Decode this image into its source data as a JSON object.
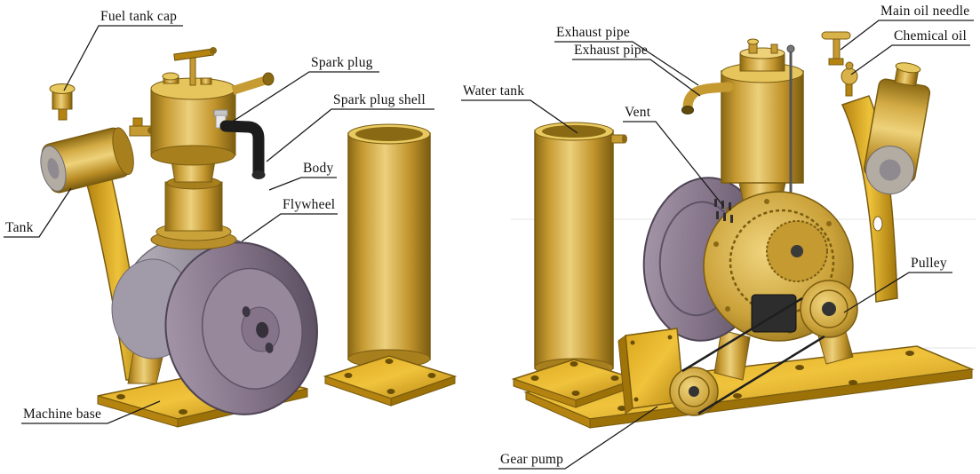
{
  "diagram": {
    "labels": {
      "fuel_tank_cap": "Fuel tank cap",
      "spark_plug": "Spark plug",
      "spark_plug_shell": "Spark plug shell",
      "body": "Body",
      "flywheel": "Flywheel",
      "tank": "Tank",
      "machine_base": "Machine base",
      "exhaust_pipe_upper": "Exhaust pipe",
      "exhaust_pipe_lower": "Exhaust pipe",
      "water_tank": "Water tank",
      "vent": "Vent",
      "main_oil_needle": "Main oil needle",
      "chemical_oil": "Chemical oil",
      "pulley": "Pulley",
      "gear_pump": "Gear pump"
    },
    "colors": {
      "brass": "#c79b33",
      "brass_light": "#ecd07c",
      "brass_dark": "#7a5c10",
      "base_yellow": "#e9b92a",
      "flywheel_purple": "#857489",
      "leader_line": "#1a1a1a",
      "background": "#ffffff"
    }
  }
}
